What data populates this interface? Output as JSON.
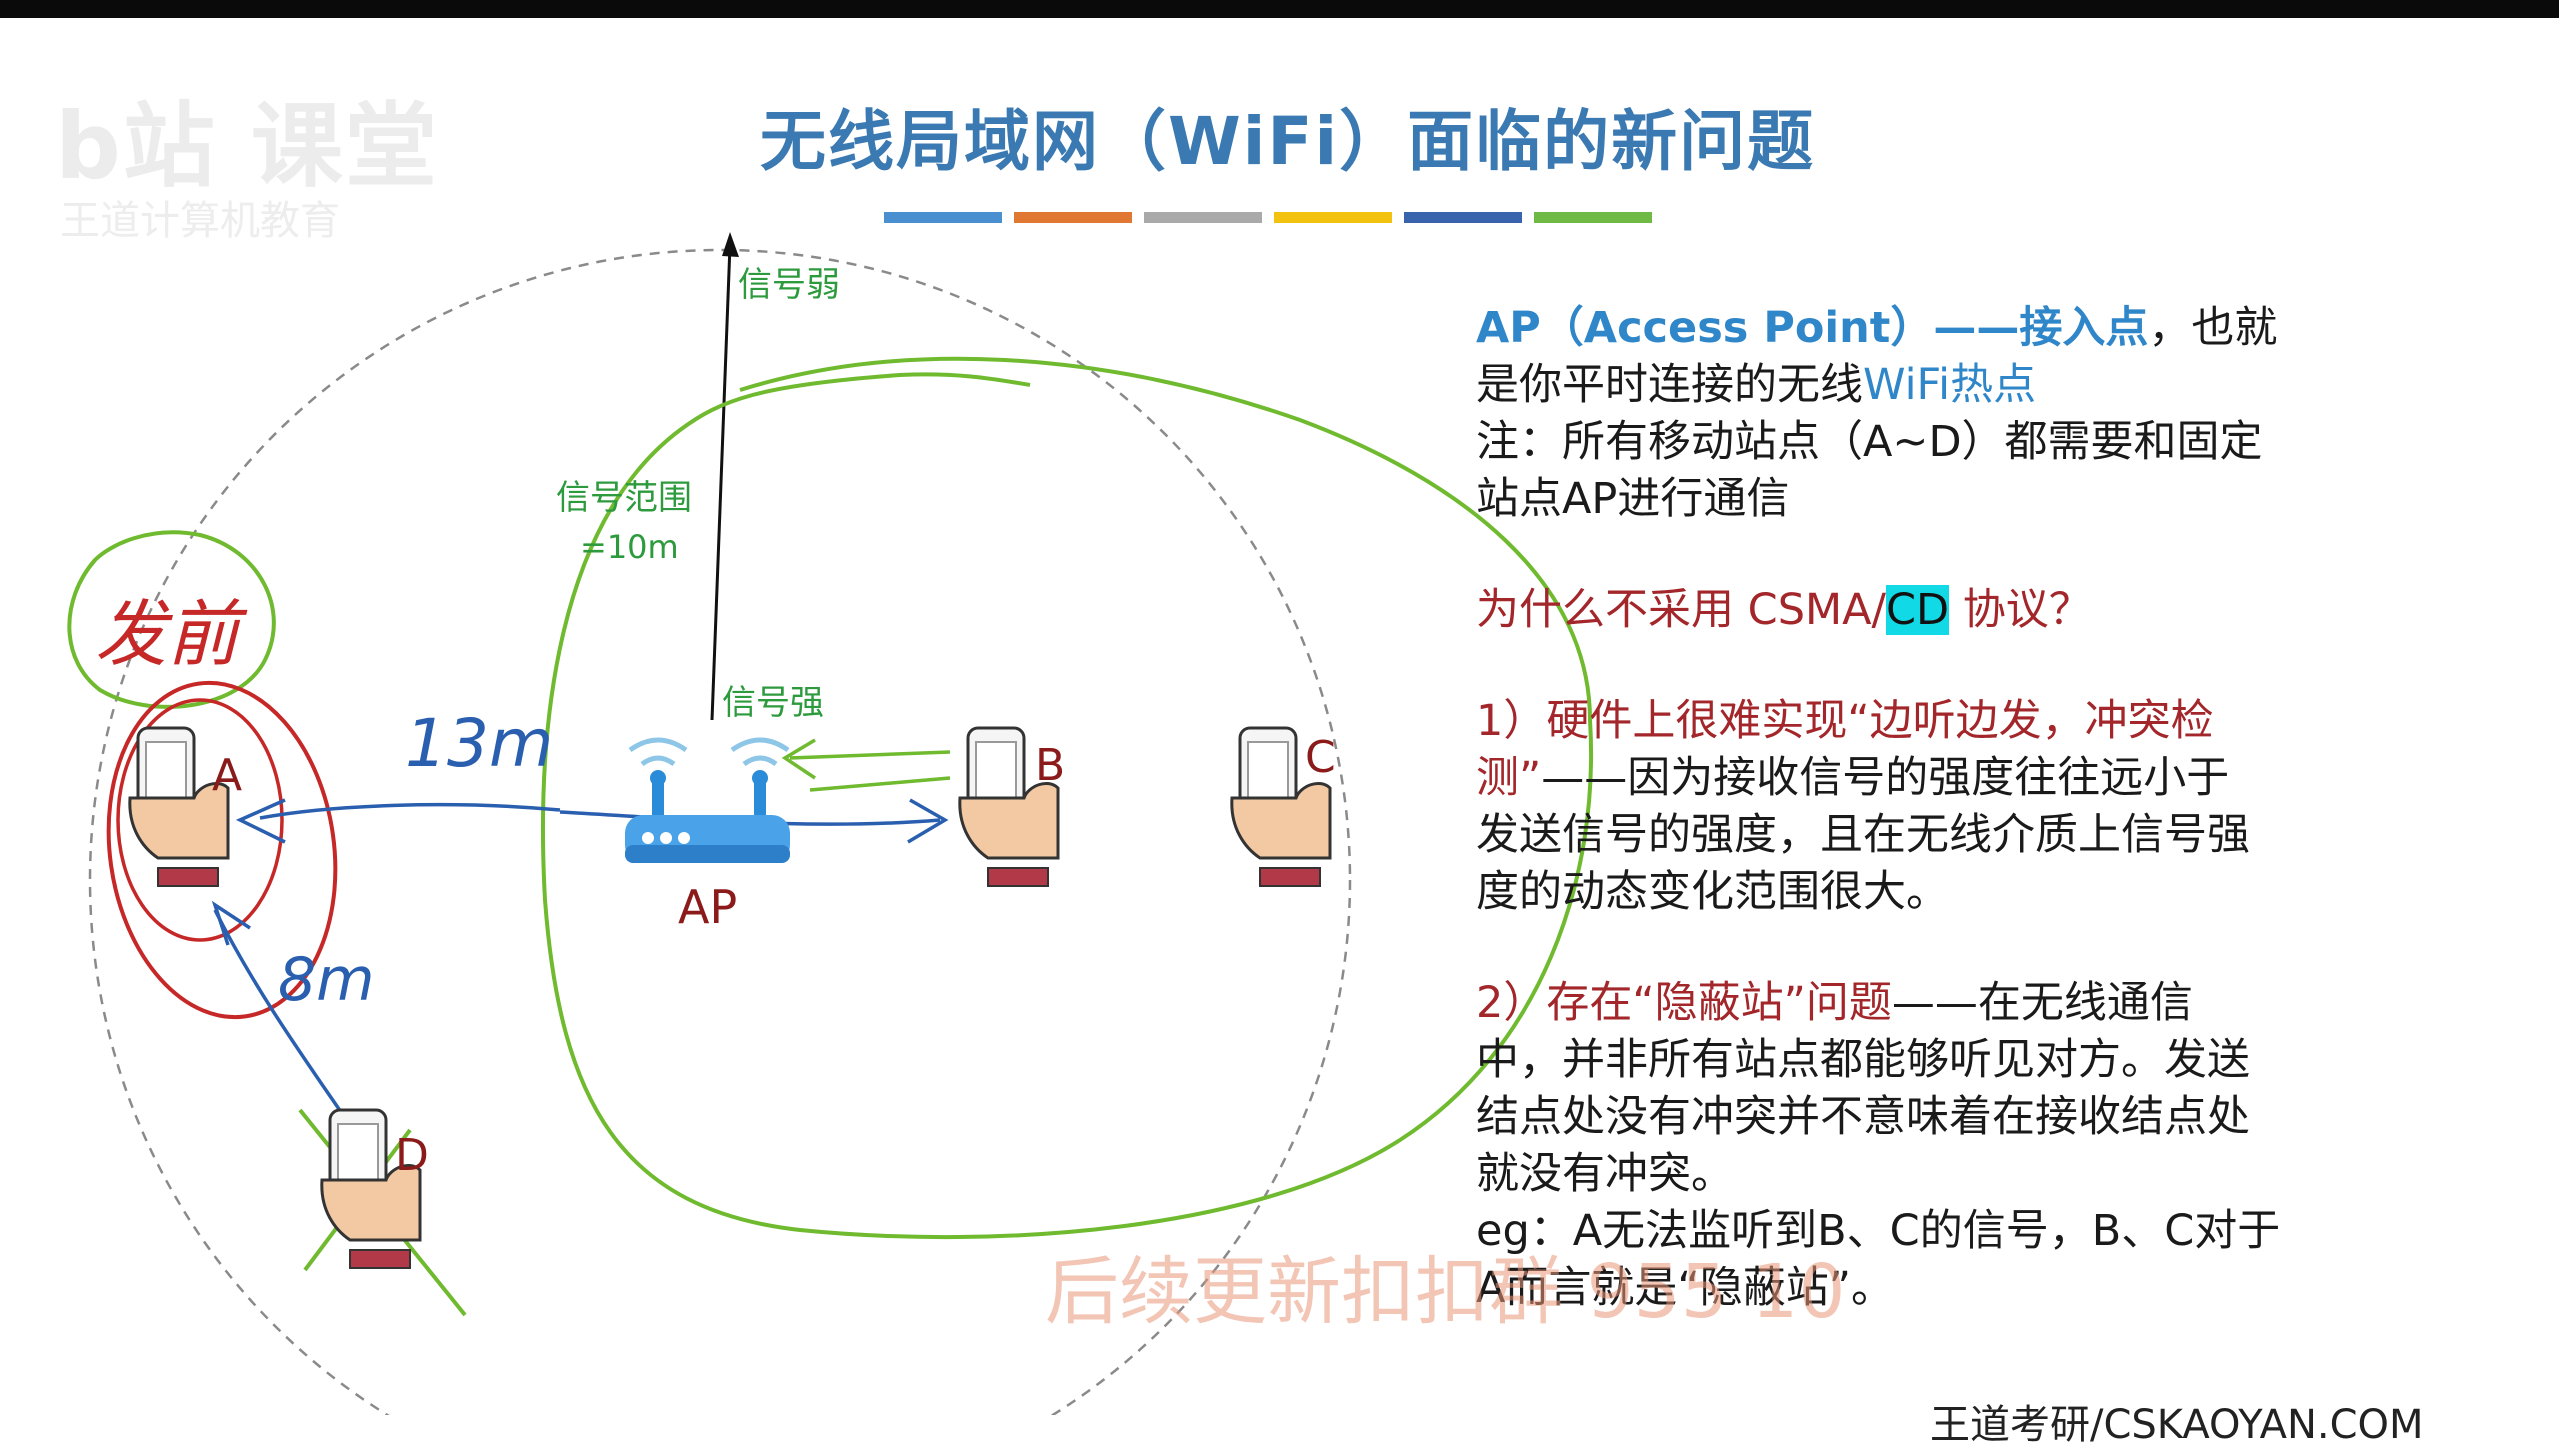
{
  "brand": {
    "logo_text": "b站 课堂",
    "logo_sub": "王道计算机教育"
  },
  "slide": {
    "title": "无线局域网（WiFi）面临的新问题",
    "title_color": "#3a79b2",
    "color_bars": [
      "#4a8fcf",
      "#e07733",
      "#a9a9a9",
      "#f2c20e",
      "#3a63ad",
      "#6fba44"
    ]
  },
  "diagram": {
    "labels": {
      "signal_weak": "信号弱",
      "signal_range": "信号范围",
      "signal_range_value": "=10m",
      "signal_strong": "信号强",
      "ap": "AP"
    },
    "stations": {
      "a": "A",
      "b": "B",
      "c": "C",
      "d": "D"
    },
    "handwriting": {
      "send_before": "发前",
      "dist_13m": "13m",
      "dist_8m": "8m"
    },
    "colors": {
      "green": "#2c9a3d",
      "blue": "#2a5fb0",
      "red": "#c62828",
      "station_label": "#8b1a1a"
    }
  },
  "text": {
    "ap_title": "AP（Access Point）——接入点",
    "ap_rest_1": "，也就",
    "ap_line2_a": "是你平时连接的无线",
    "ap_line2_b": "WiFi热点",
    "note_line1": "注：所有移动站点（A~D）都需要和固定",
    "note_line2": "站点AP进行通信",
    "question_a": "为什么不采用 CSMA/",
    "question_hl": "CD",
    "question_b": " 协议？",
    "r1_red": "1）硬件上很难实现“边听边发，冲突检",
    "r1_red2": "测”",
    "r1_rest": "——因为接收信号的强度往往远小于",
    "r1_line3": "发送信号的强度，且在无线介质上信号强",
    "r1_line4": "度的动态变化范围很大。",
    "r2_red": "2）存在“隐蔽站”问题",
    "r2_rest": "——在无线通信",
    "r2_line2": "中，并非所有站点都能够听见对方。发送",
    "r2_line3": "结点处没有冲突并不意味着在接收结点处",
    "r2_line4": "就没有冲突。",
    "eg_line1": "eg：A无法监听到B、C的信号，B、C对于",
    "eg_line2": "A而言就是“隐蔽站”。"
  },
  "watermark": "后续更新扣扣群 ",
  "watermark_num": "955 10",
  "footer": "王道考研/CSKAOYAN.COM"
}
